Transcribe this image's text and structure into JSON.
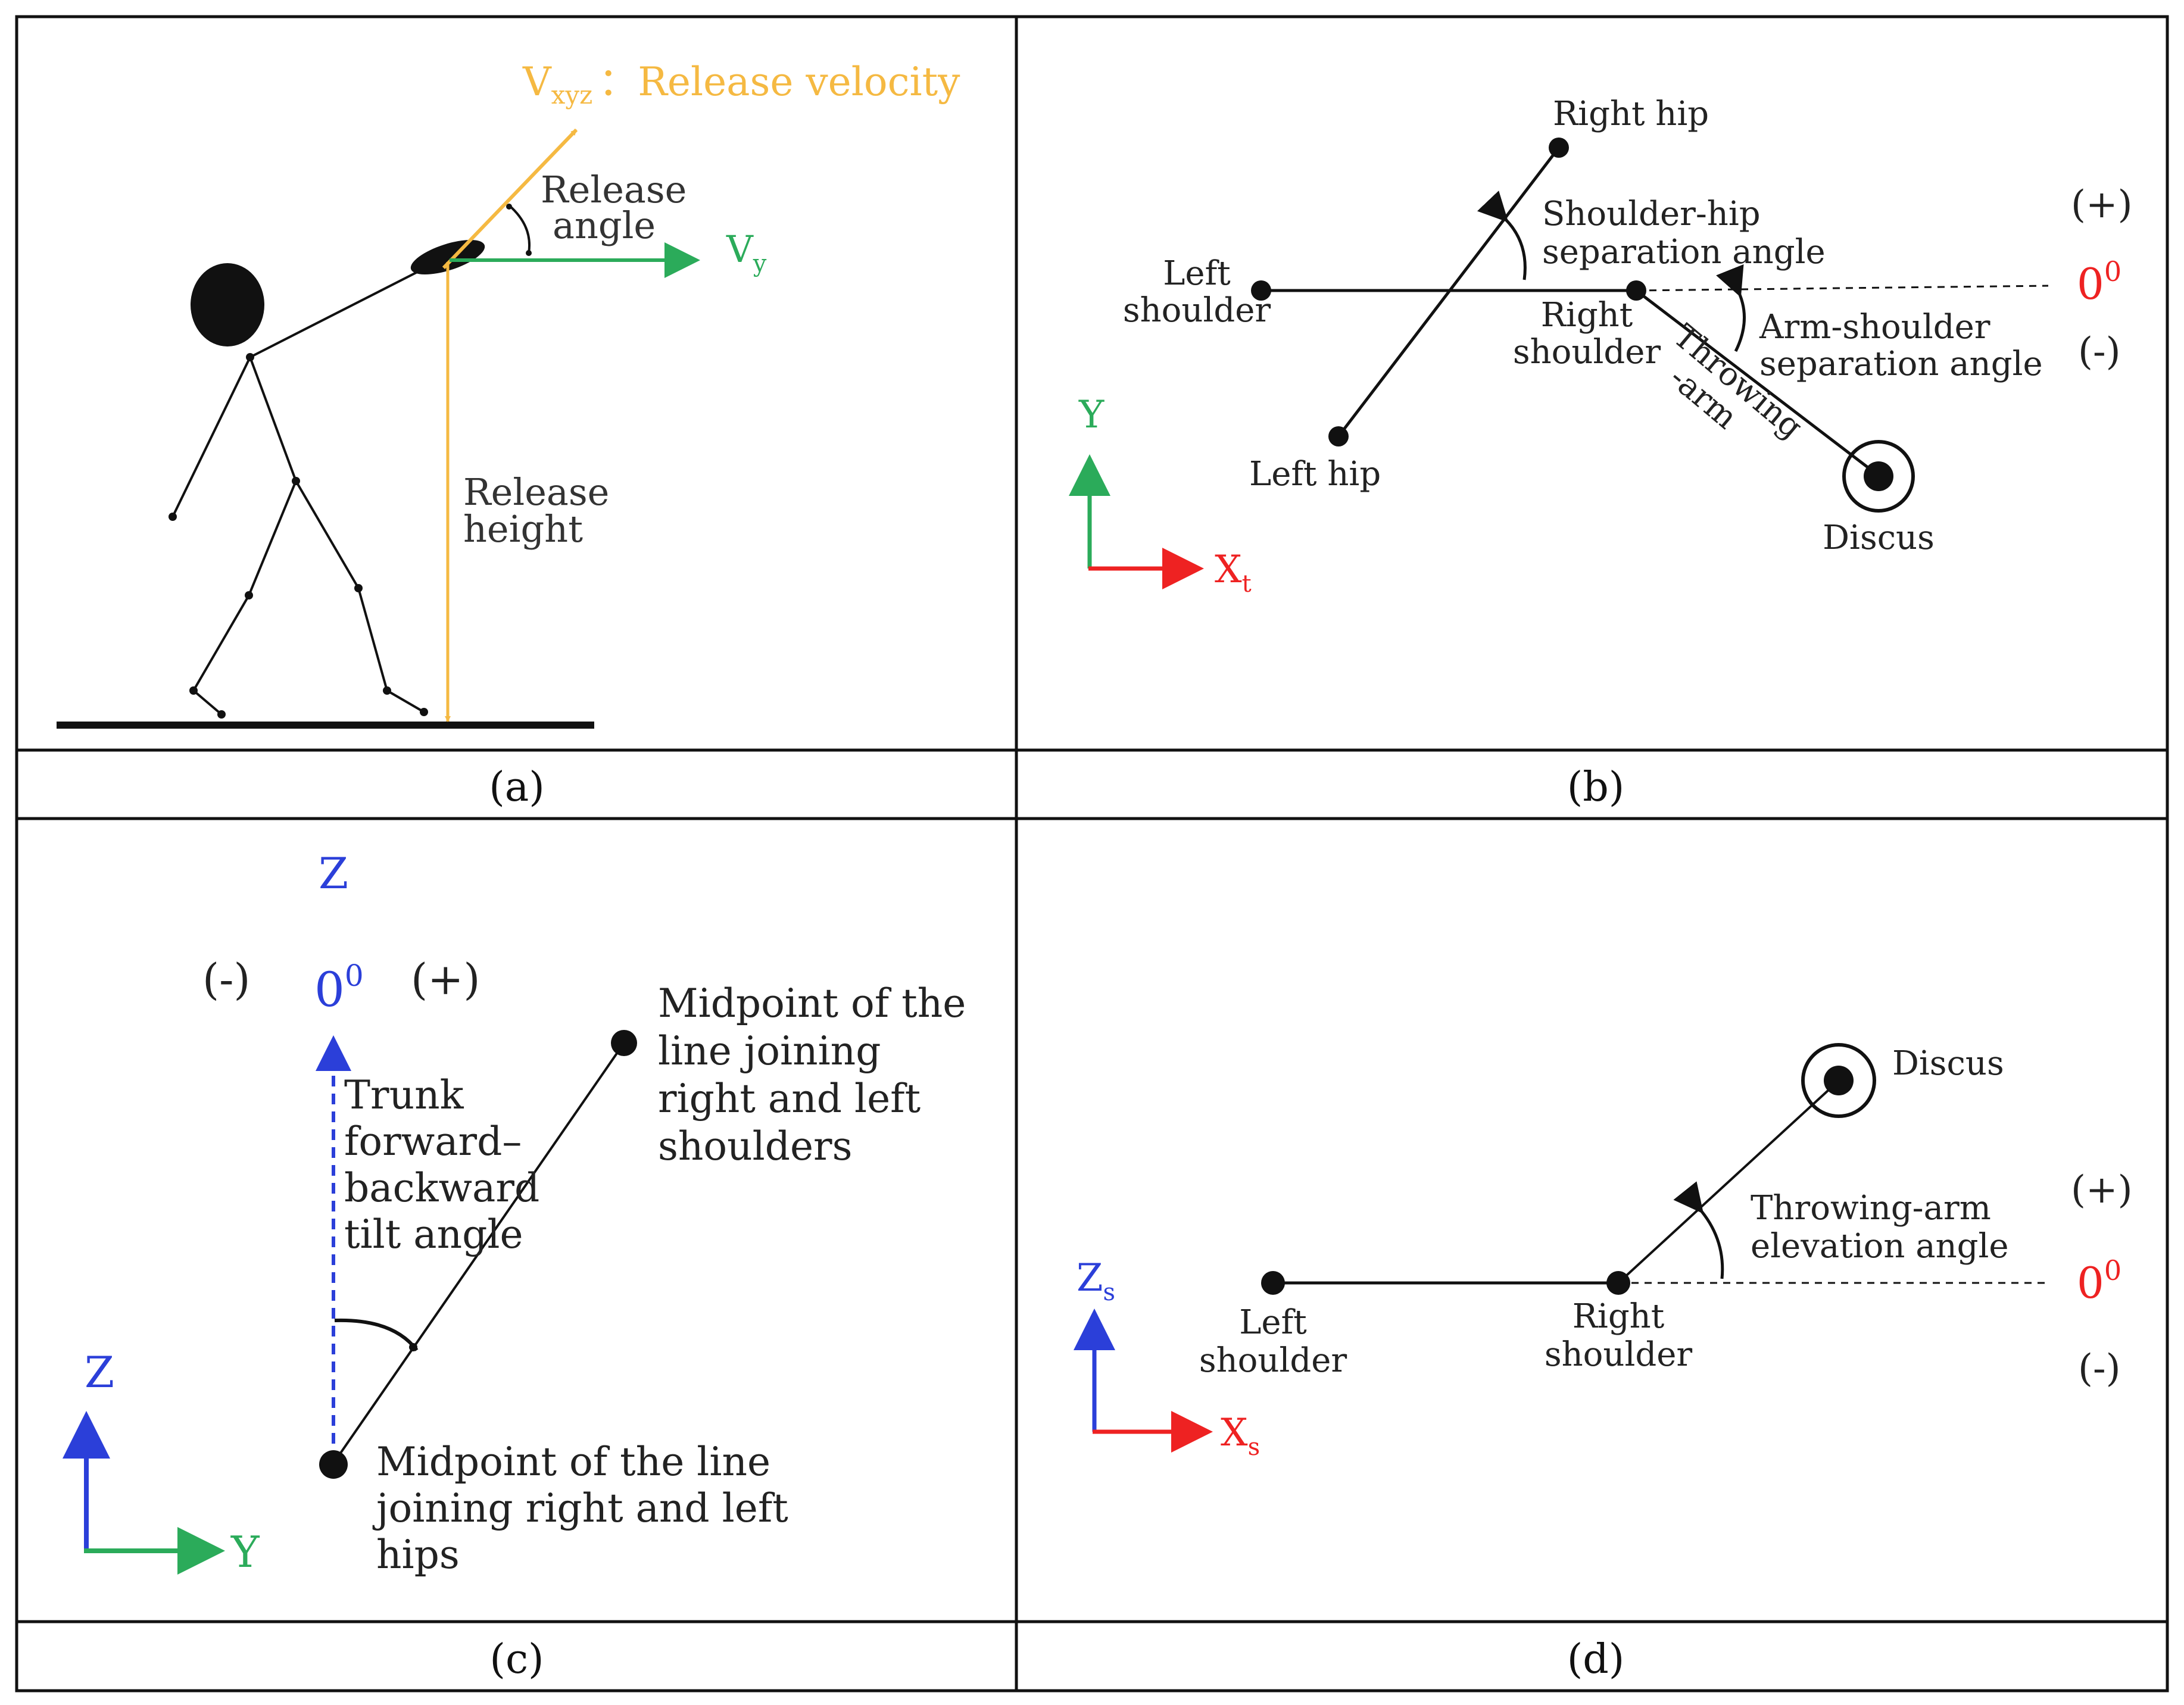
{
  "colors": {
    "orange": "#f5b942",
    "green": "#2bab5a",
    "red": "#ee2222",
    "blue": "#2b3fd9",
    "black": "#111111"
  },
  "panel_a": {
    "caption": "(a)",
    "vxyz_main": "V",
    "vxyz_sub": "xyz",
    "vxyz_desc": "：Release velocity",
    "release_angle_line1": "Release",
    "release_angle_line2": "angle",
    "vy_main": "V",
    "vy_sub": "y",
    "release_height_line1": "Release",
    "release_height_line2": "height"
  },
  "panel_b": {
    "caption": "(b)",
    "right_hip": "Right hip",
    "shoulder_hip_line1": "Shoulder-hip",
    "shoulder_hip_line2": "separation angle",
    "plus": "(+)",
    "zero_main": "0",
    "zero_sup": "0",
    "minus": "(-)",
    "left_shoulder_line1": "Left",
    "left_shoulder_line2": "shoulder",
    "right_shoulder_line1": "Right",
    "right_shoulder_line2": "shoulder",
    "arm_shoulder_line1": "Arm-shoulder",
    "arm_shoulder_line2": "separation angle",
    "throwing_line1": "Throwing",
    "throwing_line2": "-arm",
    "left_hip": "Left hip",
    "discus": "Discus",
    "axis_y": "Y",
    "axis_x_main": "X",
    "axis_x_sub": "t"
  },
  "panel_c": {
    "caption": "(c)",
    "z_top": "Z",
    "minus": "(-)",
    "zero_main": "0",
    "zero_sup": "0",
    "plus": "(+)",
    "mid_shoulders": [
      "Midpoint of the",
      "line joining",
      "right and left",
      "shoulders"
    ],
    "trunk_tilt": [
      "Trunk",
      "forward–",
      "backward",
      "tilt angle"
    ],
    "mid_hips": [
      "Midpoint of the line",
      "joining right and left",
      "hips"
    ],
    "axis_z": "Z",
    "axis_y": "Y"
  },
  "panel_d": {
    "caption": "(d)",
    "discus": "Discus",
    "plus": "(+)",
    "elev_line1": "Throwing-arm",
    "elev_line2": "elevation angle",
    "zero_main": "0",
    "zero_sup": "0",
    "minus": "(-)",
    "left_shoulder_line1": "Left",
    "left_shoulder_line2": "shoulder",
    "right_shoulder_line1": "Right",
    "right_shoulder_line2": "shoulder",
    "axis_z_main": "Z",
    "axis_z_sub": "s",
    "axis_x_main": "X",
    "axis_x_sub": "s"
  }
}
